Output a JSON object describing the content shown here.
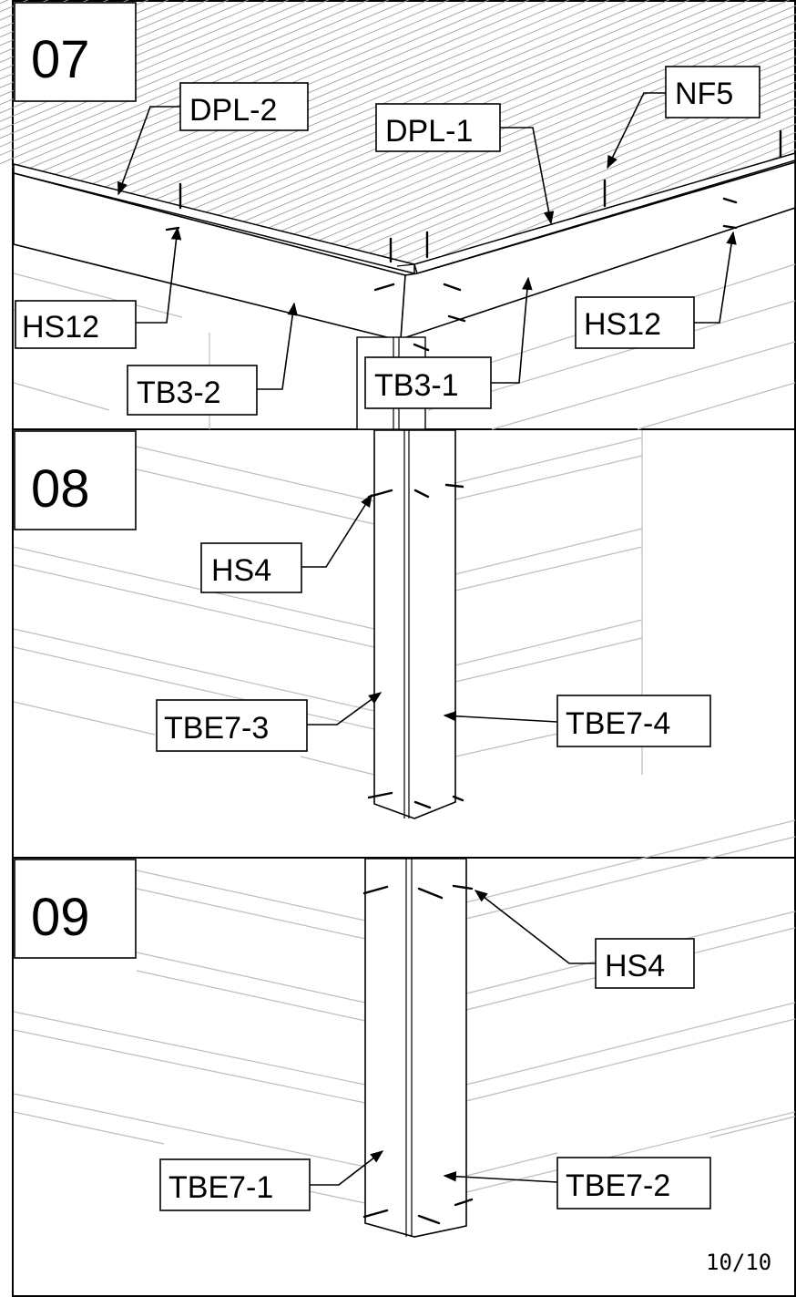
{
  "page": {
    "number": "10/10"
  },
  "steps": [
    {
      "number": "07",
      "labels": {
        "dpl2": "DPL-2",
        "dpl1": "DPL-1",
        "nf5": "NF5",
        "hs12_left": "HS12",
        "hs12_right": "HS12",
        "tb3_2": "TB3-2",
        "tb3_1": "TB3-1"
      }
    },
    {
      "number": "08",
      "labels": {
        "hs4": "HS4",
        "tbe7_3": "TBE7-3",
        "tbe7_4": "TBE7-4"
      }
    },
    {
      "number": "09",
      "labels": {
        "hs4": "HS4",
        "tbe7_1": "TBE7-1",
        "tbe7_2": "TBE7-2"
      }
    }
  ]
}
